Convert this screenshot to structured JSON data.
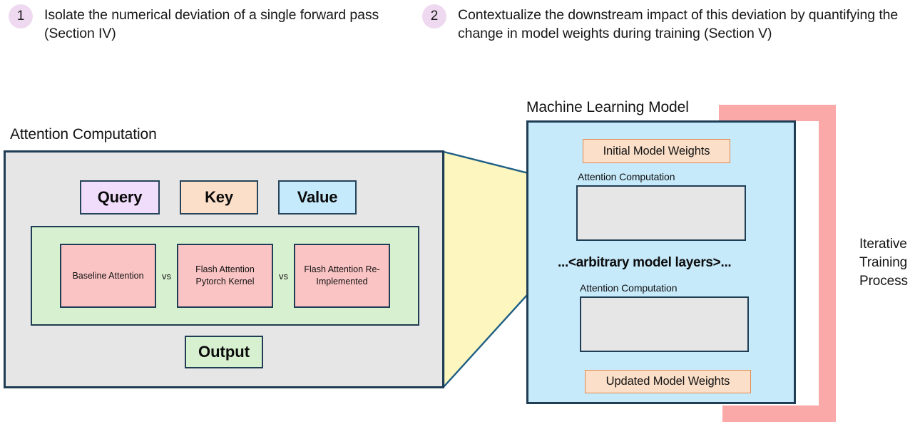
{
  "steps": [
    {
      "number": "1",
      "text": "Isolate the numerical deviation of a single forward pass (Section IV)"
    },
    {
      "number": "2",
      "text": "Contextualize the downstream impact of this deviation by quantifying the change in model weights during training (Section V)"
    }
  ],
  "attention_panel": {
    "caption": "Attention Computation",
    "inputs": [
      {
        "label": "Query",
        "color": "#f0ddfb"
      },
      {
        "label": "Key",
        "color": "#fbdfc8"
      },
      {
        "label": "Value",
        "color": "#c5eafb"
      }
    ],
    "comparison": {
      "boxes": [
        "Baseline Attention",
        "Flash Attention Pytorch Kernel",
        "Flash Attention Re-Implemented"
      ],
      "separator": "vs",
      "band_color": "#d7f0d0",
      "box_color": "#fbc4c4"
    },
    "output_label": "Output"
  },
  "model_panel": {
    "caption": "Machine Learning Model",
    "initial_weights": "Initial Model Weights",
    "updated_weights": "Updated Model Weights",
    "attention_label_top": "Attention Computation",
    "attention_label_bottom": "Attention Computation",
    "arbitrary_layers": "...<arbitrary model layers>...",
    "panel_color": "#c7eafb",
    "weights_color": "#fbdfc8"
  },
  "loop": {
    "label": "Iterative Training Process",
    "arrow_color": "#fba8a8"
  },
  "connector": {
    "name": "funnel",
    "fill": "#fdf7bf",
    "stroke": "#1f5f85"
  },
  "palette": {
    "outline": "#1f3d54",
    "badge": "#efd9f0",
    "gray_fill": "#e6e6e6"
  }
}
